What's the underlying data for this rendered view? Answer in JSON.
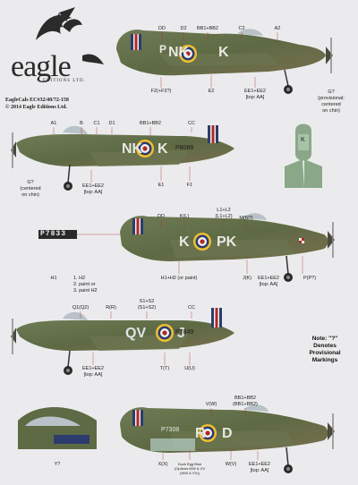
{
  "brand": {
    "word": "eagle",
    "sub": "EDITIONS LTD."
  },
  "info": {
    "line1": "EagleCals EC#32/48/72-158",
    "line2": "© 2014 Eagle Editions Ltd."
  },
  "note": {
    "line1": "Note: \"?\"",
    "line2": "Denotes",
    "line3": "Provisional",
    "line4": "Markings"
  },
  "serial_strip": "P7833",
  "aircraft": [
    {
      "codes_left": "P",
      "codes_mid": "NK",
      "codes_right": "K",
      "callouts": {
        "dd": "DD",
        "d2": "D2",
        "bb": "BB1+BB2",
        "c2": "C2",
        "a2": "A2",
        "f2": "F2(+F3?)",
        "e2": "E2",
        "ee": "EE1+EE2",
        "ee_top": "[top: AA]",
        "g1": "G?",
        "g2": "(provisional;",
        "g3": "centered",
        "g4": "on chin)"
      }
    },
    {
      "codes_left": "NK",
      "codes_right": "K",
      "serial": "P8088",
      "callouts": {
        "a1": "A1",
        "b": "B",
        "c1": "C1",
        "d1": "D1",
        "bb": "BB1+BB2",
        "cc": "CC",
        "g1": "G?",
        "g2": "(centered",
        "g3": "on chin)",
        "ee": "EE1+EE2",
        "ee_top": "[top: AA]",
        "e1": "E1",
        "f1": "F1"
      }
    },
    {
      "codes_left": "K",
      "codes_right": "PK",
      "callouts": {
        "dd": "DD",
        "kl": "K(L)",
        "l1": "L1+L2",
        "l2": "(L1+L2)",
        "mn": "M(N?)",
        "h1": "H1",
        "h2a": "1. H2",
        "h2b": "2. paint or",
        "h2c": "3. paint H2",
        "h1h2": "H1+H2 (or paint)",
        "jk": "J(K)",
        "ee": "EE1+EE2",
        "ee_top": "[top: AA]",
        "pp": "P(P?)"
      }
    },
    {
      "codes_left": "QV",
      "codes_right": "J",
      "serial": "P7849",
      "callouts": {
        "q1": "Q1(Q2)",
        "rr": "R(R)",
        "s1": "S1+S2",
        "s2": "(S1+S2)",
        "cc": "CC",
        "ee": "EE1+EE2",
        "ee_top": "[top: AA]",
        "tt": "T(T)",
        "uu": "U(U)"
      }
    },
    {
      "codes_left": "R",
      "codes_right": "D",
      "serial": "P7308",
      "callouts": {
        "vw": "V(W)",
        "bb1": "BB1+BB2",
        "bb2": "(BB1+BB2)",
        "y": "Y?",
        "xx": "X(X)",
        "duck1": "Duck Egg Blue",
        "duck2": "(Options:WW & VV",
        "duck3": "(WW & VV))",
        "wv": "W(V)",
        "ee": "EE1+EE2",
        "ee_top": "[top: AA]"
      }
    }
  ]
}
